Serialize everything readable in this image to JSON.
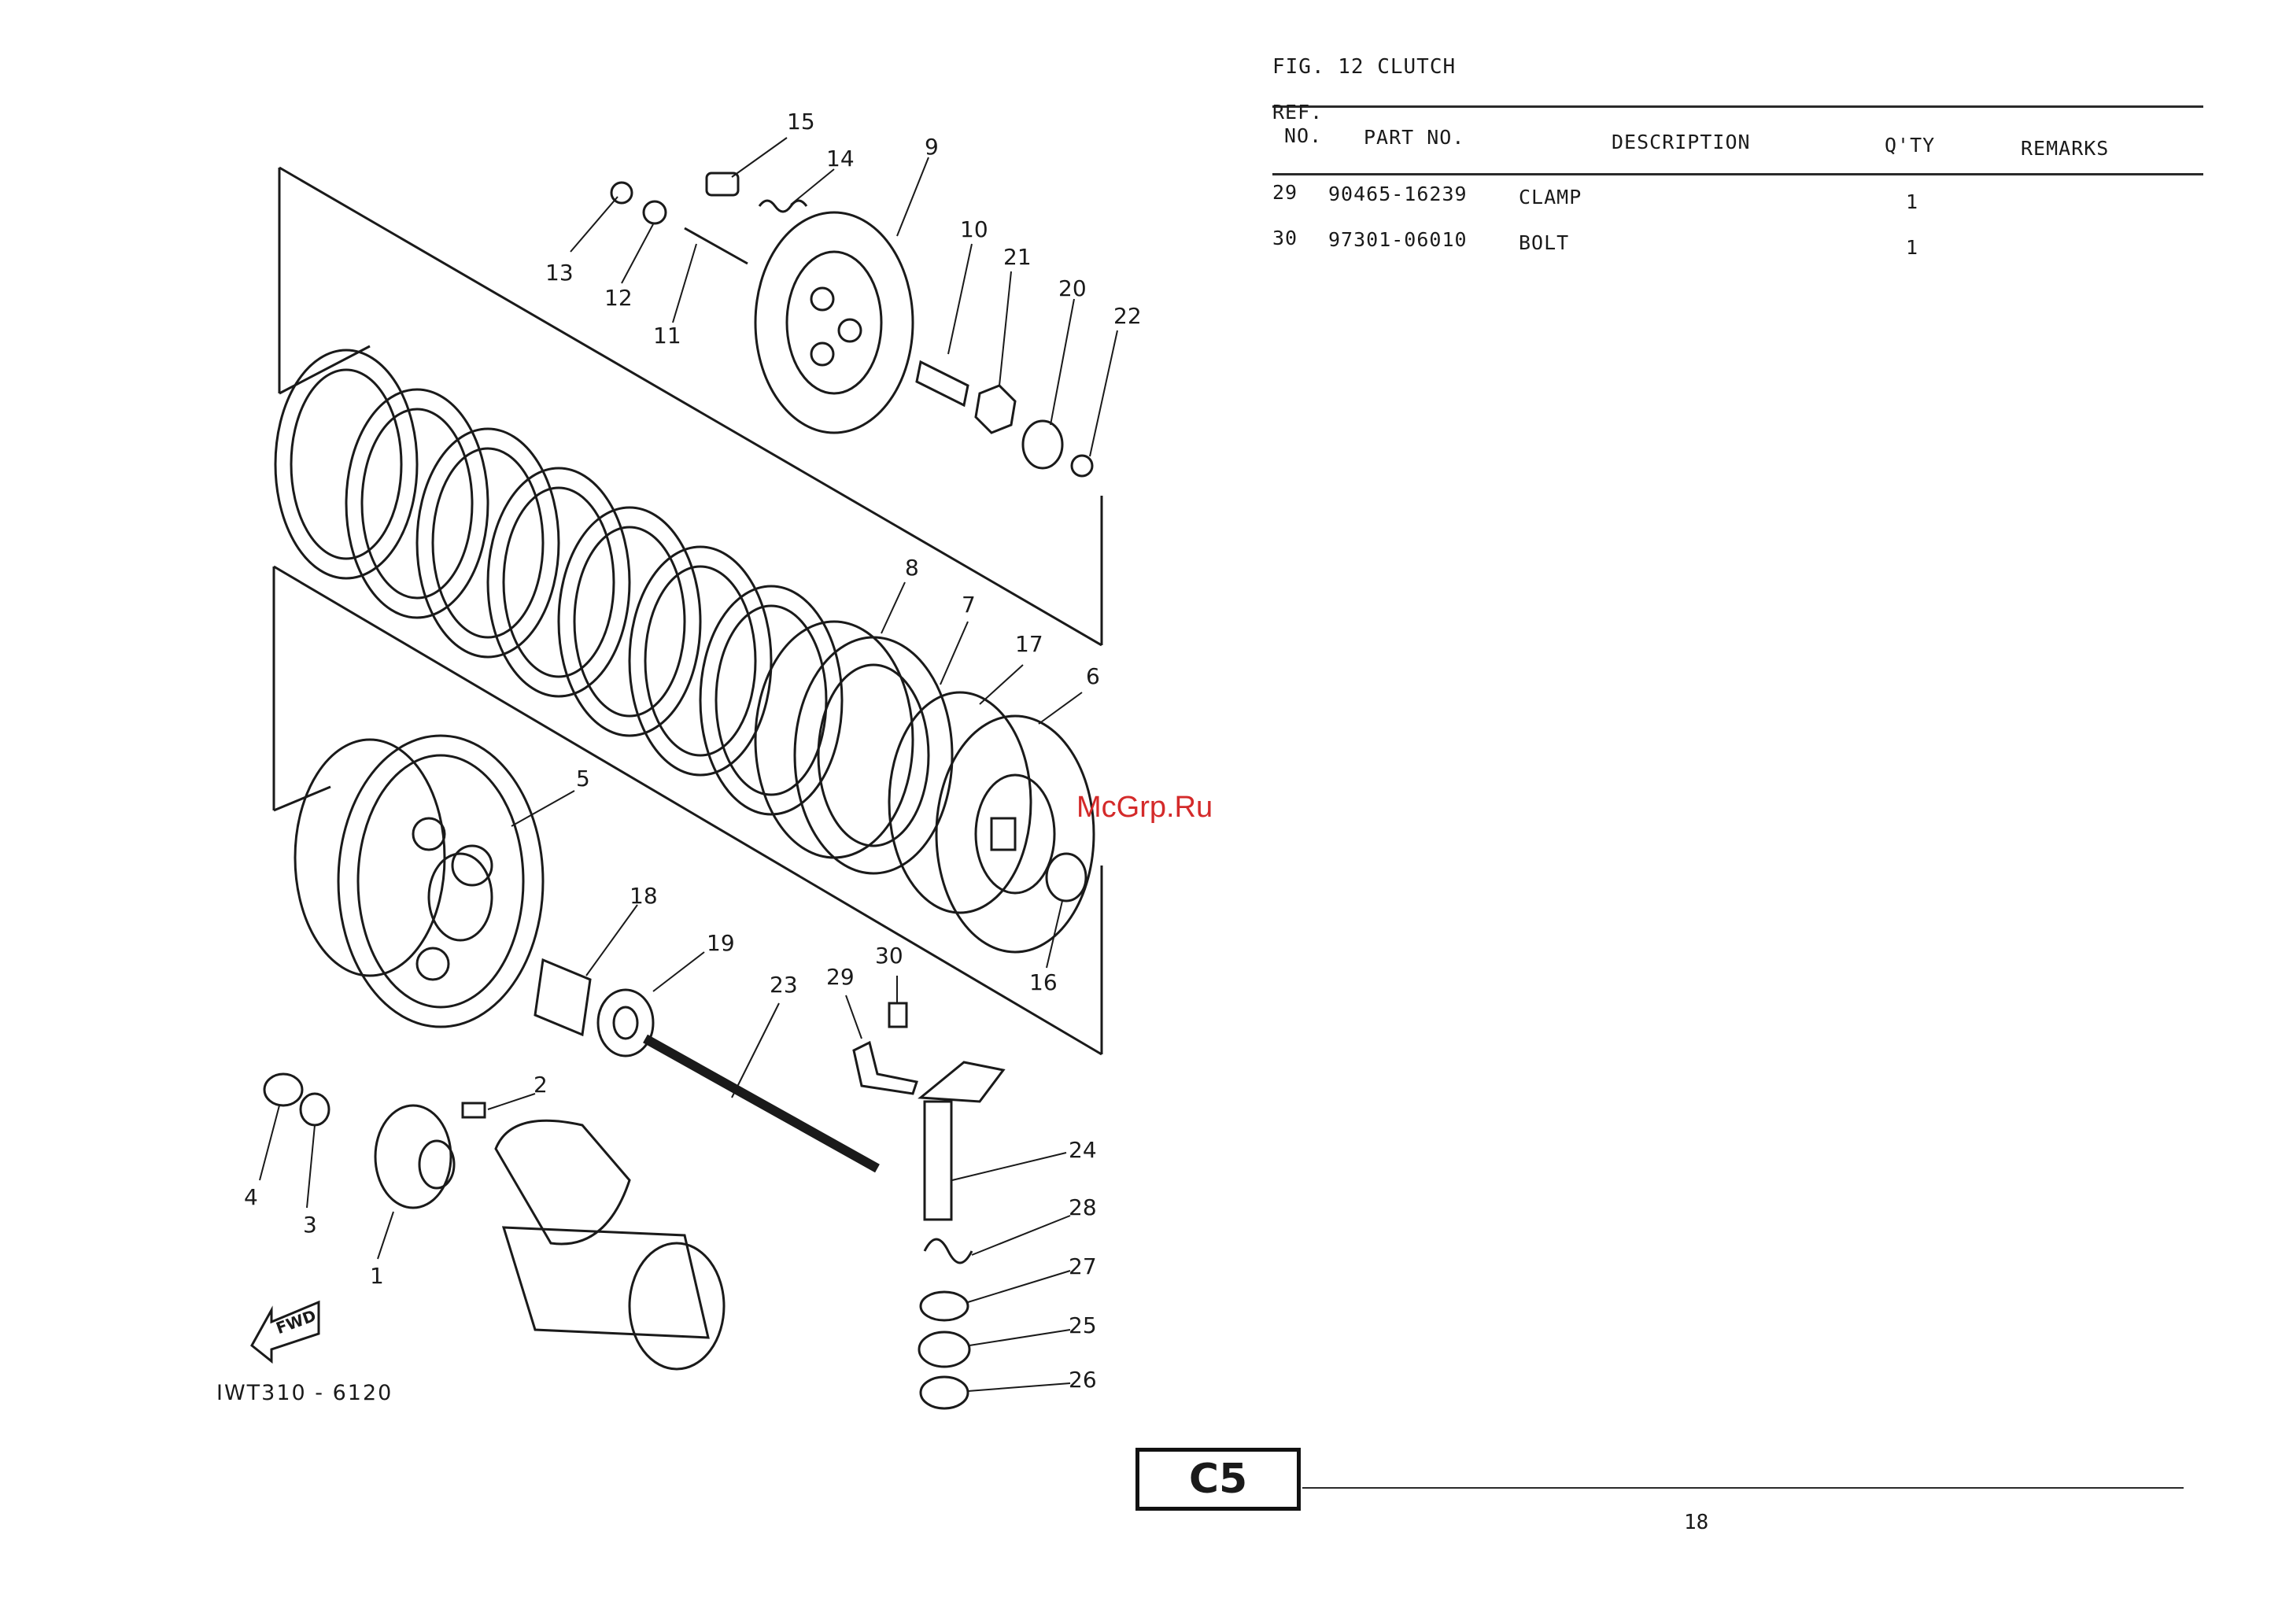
{
  "figure": {
    "title": "FIG. 12  CLUTCH"
  },
  "table": {
    "headers": {
      "ref": "REF.",
      "ref2": "NO.",
      "part_no": "PART NO.",
      "description": "DESCRIPTION",
      "qty": "Q'TY",
      "remarks": "REMARKS"
    },
    "rows": [
      {
        "ref": "29",
        "part_no": "90465-16239",
        "description": "CLAMP",
        "qty": "1",
        "remarks": ""
      },
      {
        "ref": "30",
        "part_no": "97301-06010",
        "description": "BOLT",
        "qty": "1",
        "remarks": ""
      }
    ]
  },
  "callouts": [
    "1",
    "2",
    "3",
    "4",
    "5",
    "6",
    "7",
    "8",
    "9",
    "10",
    "11",
    "12",
    "13",
    "14",
    "15",
    "16",
    "17",
    "18",
    "19",
    "20",
    "21",
    "22",
    "23",
    "24",
    "25",
    "26",
    "27",
    "28",
    "29",
    "30"
  ],
  "fwd_label": "FWD",
  "drawing_number": "IWT310 - 6120",
  "watermark": "McGrp.Ru",
  "section_code": "C5",
  "page_number": "18"
}
